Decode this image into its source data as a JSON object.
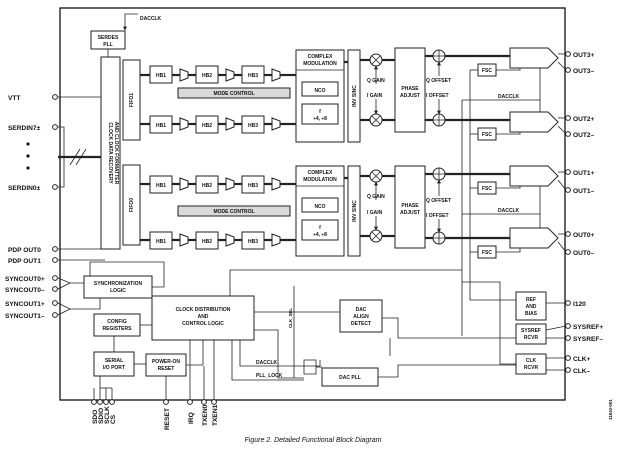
{
  "caption": "Figure 2. Detailed Functional Block Diagram",
  "figure_id": "11840-001",
  "labels": {
    "dacclk": "DACCLK",
    "serdes_line1": "SERDES",
    "serdes_line2": "PLL",
    "cdr_line1": "CLOCK DATA RECOVERY",
    "cdr_line2": "AND CLOCK FORMATTER",
    "fifo1": "FIFO1",
    "fifo0": "FIFO0",
    "hb1": "HB1",
    "hb2": "HB2",
    "hb3": "HB3",
    "mode_control": "MODE CONTROL",
    "complex_line1": "COMPLEX",
    "complex_line2": "MODULATION",
    "nco": "NCO",
    "fdac_line1": "f",
    "fdac_line2": "÷4, ÷8",
    "inv_sinc": "INV SINC",
    "q_gain": "Q GAIN",
    "i_gain": "I GAIN",
    "phase_line1": "PHASE",
    "phase_line2": "ADJUST",
    "q_offset": "Q OFFSET",
    "i_offset": "I OFFSET",
    "fsc": "FSC",
    "sync_line1": "SYNCHRONIZATION",
    "sync_line2": "LOGIC",
    "config_line1": "CONFIG",
    "config_line2": "REGISTERS",
    "serial_line1": "SERIAL",
    "serial_line2": "I/O PORT",
    "por_line1": "POWER-ON",
    "por_line2": "RESET",
    "clkdist_line1": "CLOCK DISTRIBUTION",
    "clkdist_line2": "AND",
    "clkdist_line3": "CONTROL LOGIC",
    "dacalign_line1": "DAC",
    "dacalign_line2": "ALIGN",
    "dacalign_line3": "DETECT",
    "clk_sel": "CLK_SEL",
    "pll_lock": "PLL_LOCK",
    "dac_pll": "DAC PLL",
    "ref_line1": "REF",
    "ref_line2": "AND",
    "ref_line3": "BIAS",
    "sysref_rcvr_line1": "SYSREF",
    "sysref_rcvr_line2": "RCVR",
    "clk_rcvr_line1": "CLK",
    "clk_rcvr_line2": "RCVR"
  },
  "pins_left": [
    "VTT",
    "SERDIN7±",
    "SERDIN0±",
    "PDP OUT0",
    "PDP OUT1",
    "SYNCOUT0+",
    "SYNCOUT0–",
    "SYNCOUT1+",
    "SYNCOUT1–"
  ],
  "pins_right": [
    "OUT3+",
    "OUT3–",
    "OUT2+",
    "OUT2–",
    "OUT1+",
    "OUT1–",
    "OUT0+",
    "OUT0–",
    "I120",
    "SYSREF+",
    "SYSREF–",
    "CLK+",
    "CLK–"
  ],
  "pins_bottom": [
    "SDO",
    "SDIO",
    "SCLK",
    "CS",
    "RESET",
    "IRQ",
    "TXEN0",
    "TXEN1"
  ]
}
